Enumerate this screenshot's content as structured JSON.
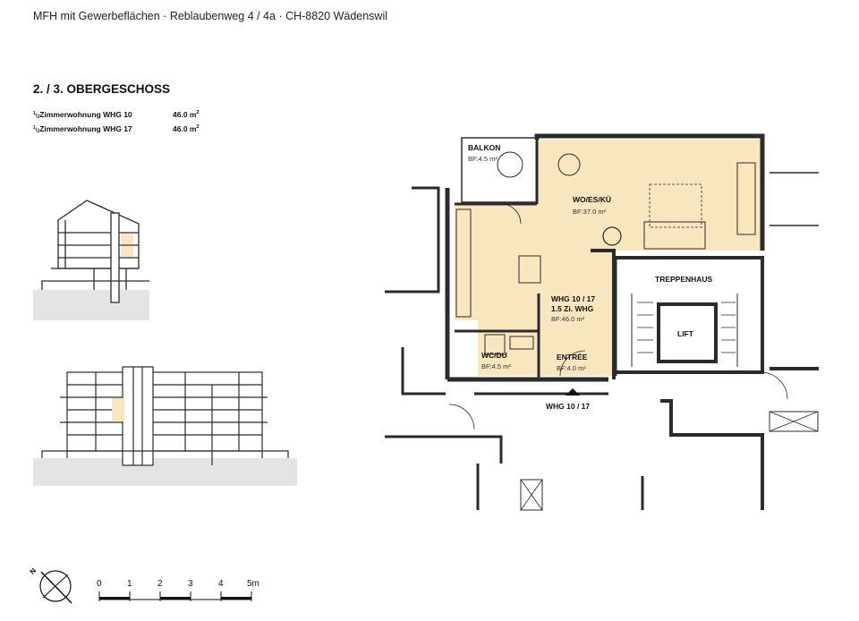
{
  "header": {
    "title": "MFH mit Gewerbeflächen · Reblaubenweg 4 / 4a  · CH-8820 Wädenswil"
  },
  "floor": {
    "title": "2. / 3. OBERGESCHOSS"
  },
  "units": [
    {
      "frac_num": "1",
      "frac_den": "2",
      "name": "Zimmerwohnung WHG 10",
      "area": "46.0 m",
      "unit_sup": "2"
    },
    {
      "frac_num": "1",
      "frac_den": "2",
      "name": "Zimmerwohnung WHG 17",
      "area": "46.0 m",
      "unit_sup": "2"
    }
  ],
  "rooms": {
    "balkon": {
      "name": "BALKON",
      "area": "BF:4.5 m²"
    },
    "wohnen": {
      "name": "WO/ES/KÜ",
      "area": "BF:37.0 m²"
    },
    "whg": {
      "name": "WHG 10 / 17",
      "type": "1.5 Zi. WHG",
      "area": "BF:46.0 m²"
    },
    "wc": {
      "name": "WC/DU",
      "area": "BF:4.5 m²"
    },
    "entree": {
      "name": "ENTRÉE",
      "area": "BF:4.0 m²"
    },
    "treppenhaus": {
      "name": "TREPPENHAUS"
    },
    "lift": {
      "name": "LIFT"
    }
  },
  "entry_label": "WHG 10 / 17",
  "scale": {
    "ticks": [
      "0",
      "1",
      "2",
      "3",
      "4",
      "5m"
    ]
  },
  "north": {
    "label": "N"
  },
  "colors": {
    "highlight": "#f8e6bf",
    "wall": "#2b2b2b",
    "ground": "#e4e4e4"
  }
}
